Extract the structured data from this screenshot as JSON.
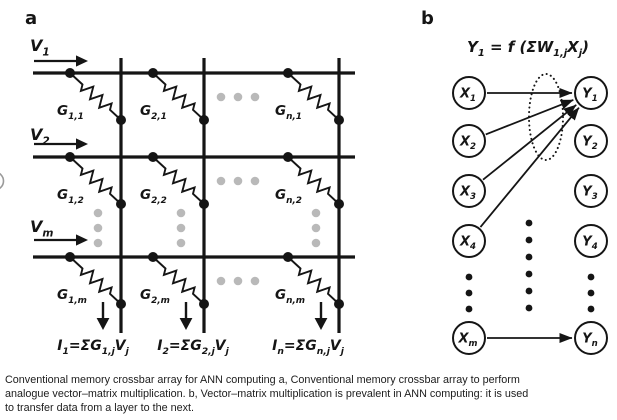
{
  "colors": {
    "ink": "#151515",
    "gray_dots": "#b9b9b9",
    "edge_arc": "#9a9a9a",
    "caption_text": "#1c1c1c",
    "background": "#ffffff"
  },
  "panel_a": {
    "label": "a",
    "row_inputs": [
      [
        {
          "t": "V"
        },
        {
          "t": "1",
          "sub": true
        }
      ],
      [
        {
          "t": "V"
        },
        {
          "t": "2",
          "sub": true
        }
      ],
      [
        {
          "t": "V"
        },
        {
          "t": "m",
          "sub": true
        }
      ]
    ],
    "conductance_labels": [
      [
        [
          {
            "t": "G"
          },
          {
            "t": "1,1",
            "sub": true
          }
        ],
        [
          {
            "t": "G"
          },
          {
            "t": "2,1",
            "sub": true
          }
        ],
        [
          {
            "t": "G"
          },
          {
            "t": "n,1",
            "sub": true
          }
        ]
      ],
      [
        [
          {
            "t": "G"
          },
          {
            "t": "1,2",
            "sub": true
          }
        ],
        [
          {
            "t": "G"
          },
          {
            "t": "2,2",
            "sub": true
          }
        ],
        [
          {
            "t": "G"
          },
          {
            "t": "n,2",
            "sub": true
          }
        ]
      ],
      [
        [
          {
            "t": "G"
          },
          {
            "t": "1,m",
            "sub": true
          }
        ],
        [
          {
            "t": "G"
          },
          {
            "t": "2,m",
            "sub": true
          }
        ],
        [
          {
            "t": "G"
          },
          {
            "t": "n,m",
            "sub": true
          }
        ]
      ]
    ],
    "output_formulas": [
      [
        {
          "t": "I"
        },
        {
          "t": "1",
          "sub": true
        },
        {
          "t": "=Σ"
        },
        {
          "t": "G"
        },
        {
          "t": "1,j",
          "sub": true
        },
        {
          "t": "V"
        },
        {
          "t": "j",
          "sub": true
        }
      ],
      [
        {
          "t": "I"
        },
        {
          "t": "2",
          "sub": true
        },
        {
          "t": "=Σ"
        },
        {
          "t": "G"
        },
        {
          "t": "2,j",
          "sub": true
        },
        {
          "t": "V"
        },
        {
          "t": "j",
          "sub": true
        }
      ],
      [
        {
          "t": "I"
        },
        {
          "t": "n",
          "sub": true
        },
        {
          "t": "=Σ"
        },
        {
          "t": "G"
        },
        {
          "t": "n,j",
          "sub": true
        },
        {
          "t": "V"
        },
        {
          "t": "j",
          "sub": true
        }
      ]
    ]
  },
  "panel_b": {
    "label": "b",
    "formula": [
      {
        "t": "Y"
      },
      {
        "t": "1",
        "sub": true
      },
      {
        "t": " = "
      },
      {
        "t": "f"
      },
      {
        "t": " (Σ"
      },
      {
        "t": "W"
      },
      {
        "t": "1,j",
        "sub": true
      },
      {
        "t": "X"
      },
      {
        "t": "j",
        "sub": true
      },
      {
        "t": ")"
      }
    ],
    "input_nodes": [
      [
        {
          "t": "X"
        },
        {
          "t": "1",
          "sub": true
        }
      ],
      [
        {
          "t": "X"
        },
        {
          "t": "2",
          "sub": true
        }
      ],
      [
        {
          "t": "X"
        },
        {
          "t": "3",
          "sub": true
        }
      ],
      [
        {
          "t": "X"
        },
        {
          "t": "4",
          "sub": true
        }
      ],
      [
        {
          "t": "X"
        },
        {
          "t": "m",
          "sub": true
        }
      ]
    ],
    "output_nodes": [
      [
        {
          "t": "Y"
        },
        {
          "t": "1",
          "sub": true
        }
      ],
      [
        {
          "t": "Y"
        },
        {
          "t": "2",
          "sub": true
        }
      ],
      [
        {
          "t": "Y"
        },
        {
          "t": "3",
          "sub": true
        }
      ],
      [
        {
          "t": "Y"
        },
        {
          "t": "4",
          "sub": true
        }
      ],
      [
        {
          "t": "Y"
        },
        {
          "t": "n",
          "sub": true
        }
      ]
    ]
  },
  "caption": {
    "lines": [
      "Conventional memory crossbar array for ANN computing a, Conventional memory crossbar array to perform",
      "analogue vector–matrix multiplication. b, Vector–matrix multiplication is prevalent in ANN computing: it is used",
      "to transfer data from a layer to the next."
    ]
  }
}
